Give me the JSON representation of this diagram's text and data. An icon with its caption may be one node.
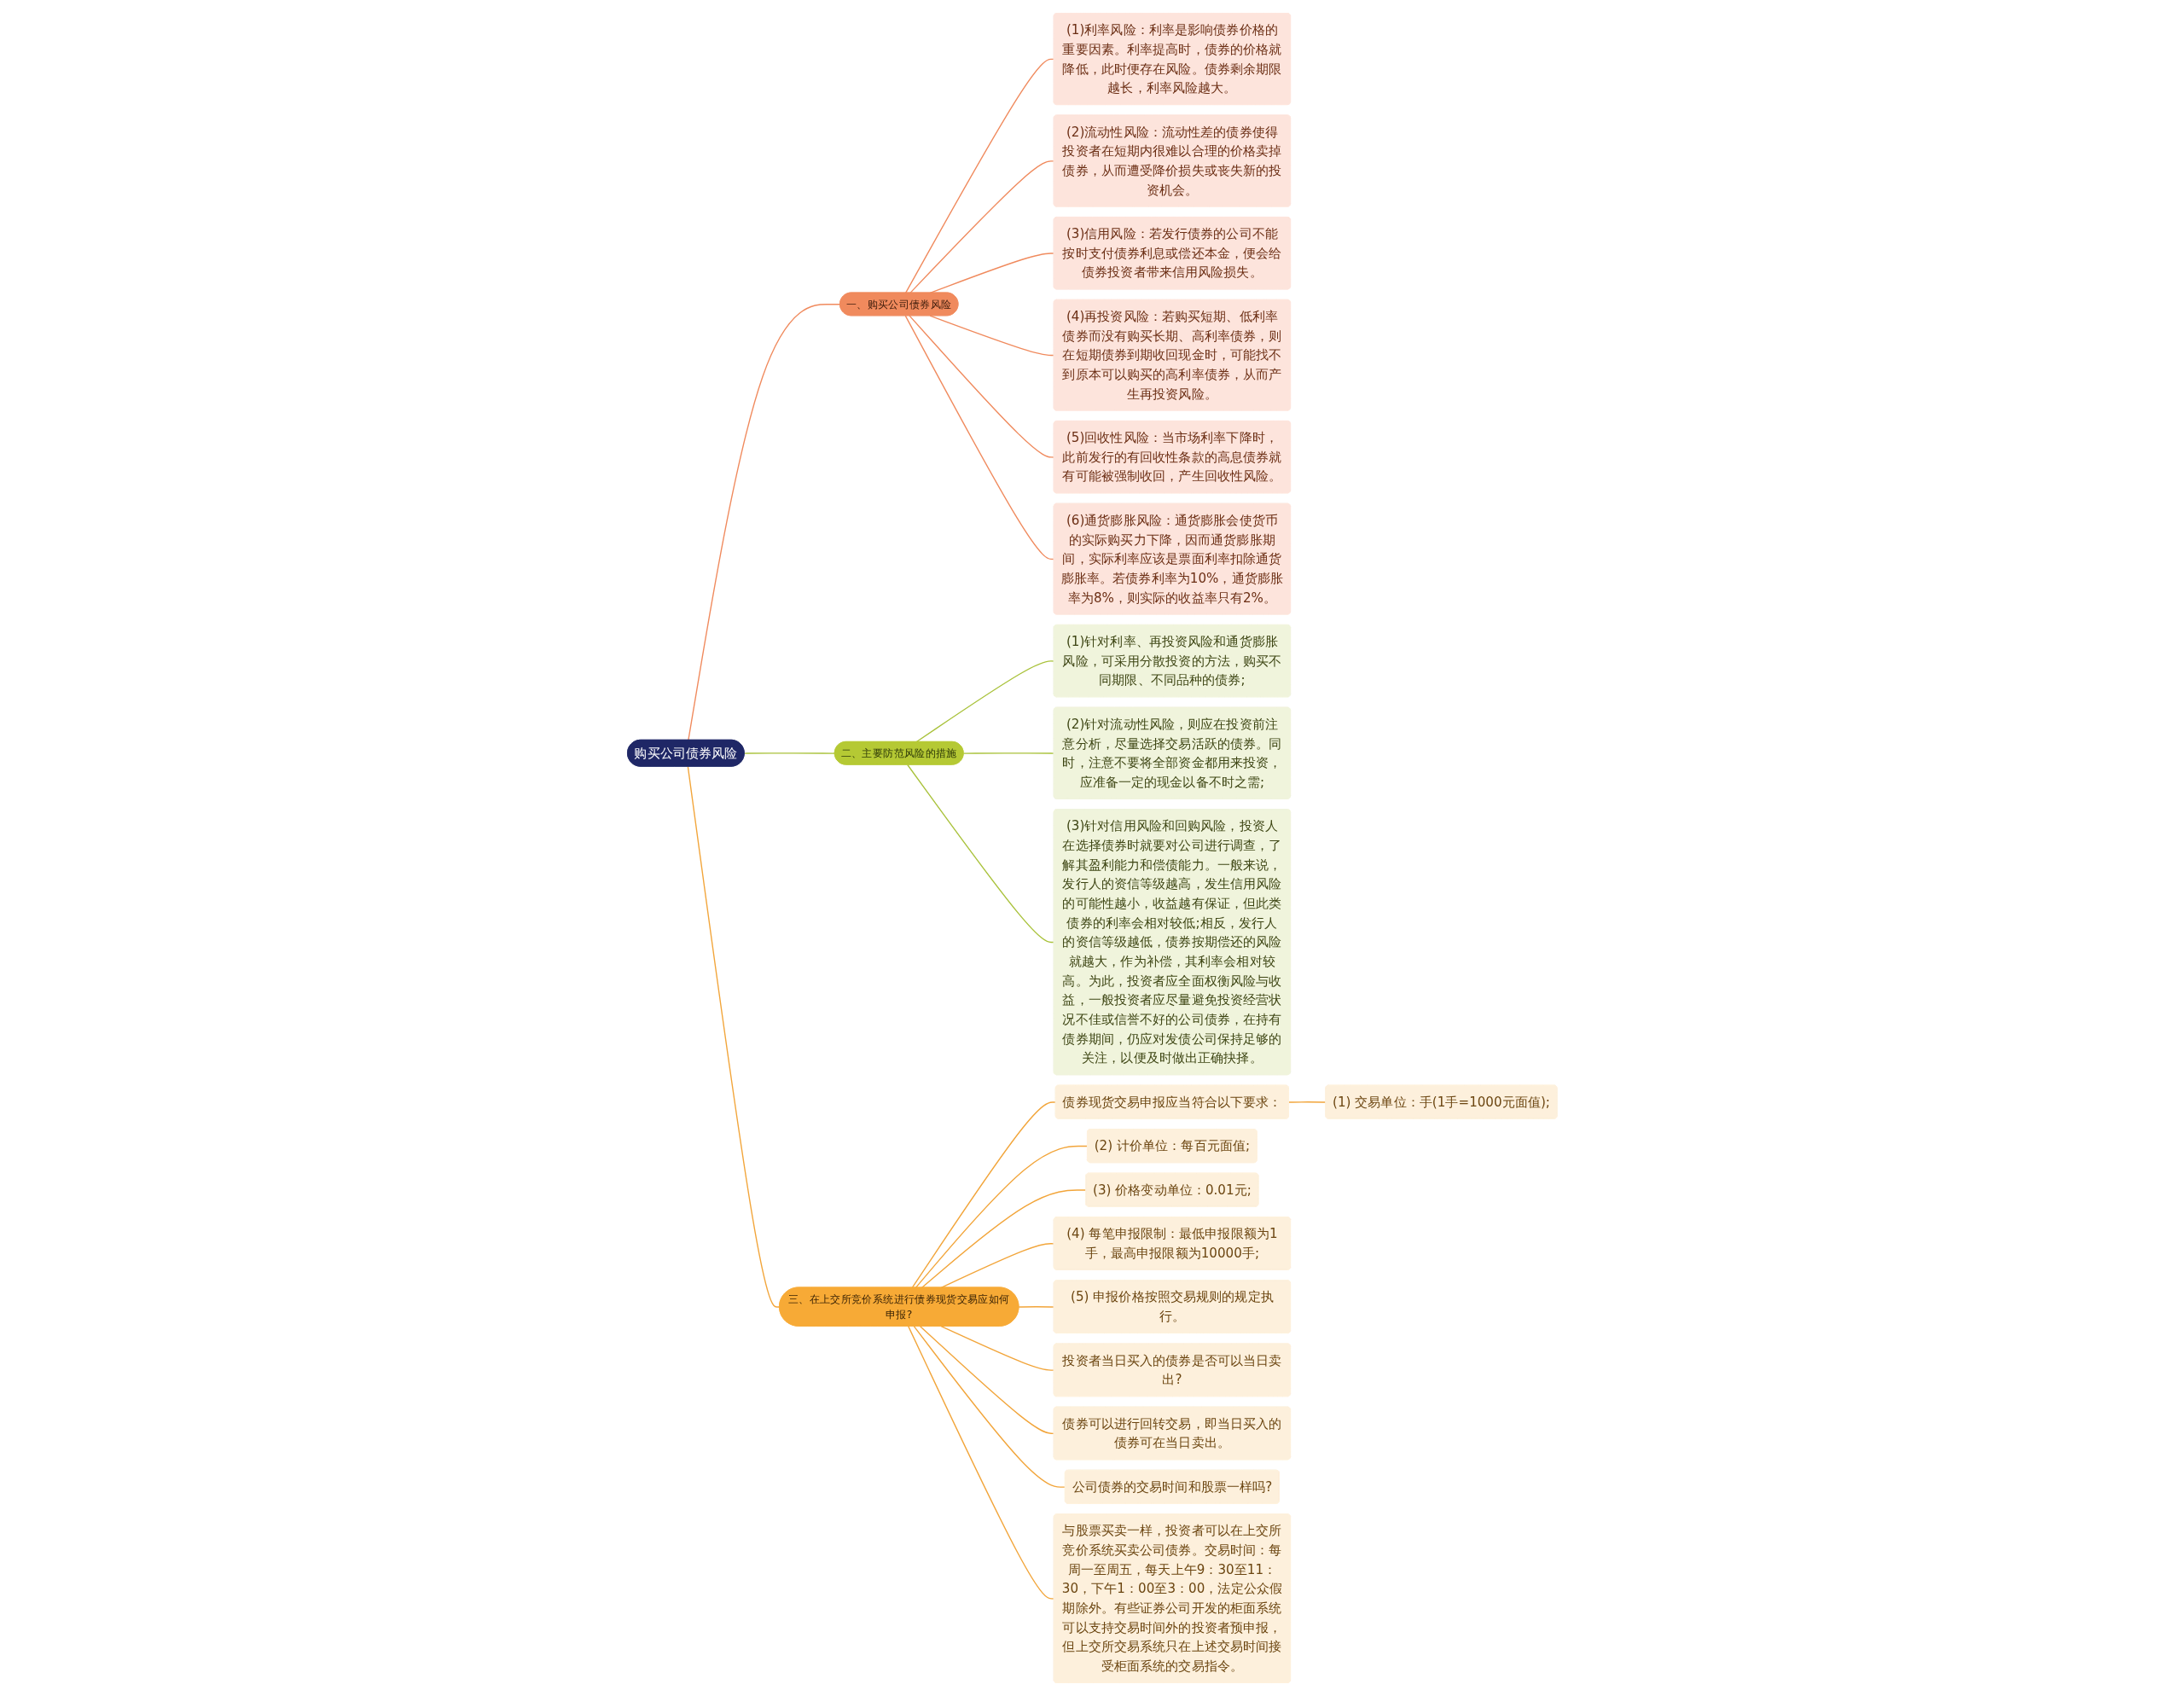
{
  "diagram": {
    "nodes": [
      {
        "text": [
          "购买公司债券风险"
        ]
      },
      {
        "text": [
          "一、购买公司债券风险"
        ]
      },
      {
        "text": [
          "(1)利率风险：利率是影响债券价格的重要因素。利率提高时，债券的价格就降低，此时便存在风险。债券剩余期限越长，利率风险越大。"
        ]
      },
      {
        "text": [
          "(2)流动性风险：流动性差的债券使得投资者在短期内很难以合理的价格卖掉债券，从而遭受降价损失或丧失新的投资机会。"
        ]
      },
      {
        "text": [
          "(3)信用风险：若发行债券的公司不能按时支付债券利息或偿还本金，便会给债券投资者带来信用风险损失。"
        ]
      },
      {
        "text": [
          "(4)再投资风险：若购买短期、低利率债券而没有购买长期、高利率债券，则在短期债券到期收回现金时，可能找不到原本可以购买的高利率债券，从而产生再投资风险。"
        ]
      },
      {
        "text": [
          "(5)回收性风险：当市场利率下降时，此前发行的有回收性条款的高息债券就有可能被强制收回，产生回收性风险。"
        ]
      },
      {
        "text": [
          "(6)通货膨胀风险：通货膨胀会使货币的实际购买力下降，因而通货膨胀期间，实际利率应该是票面利率扣除通货膨胀率。若债券利率为10%，通货膨胀率为8%，则实际的收益率只有2%。"
        ]
      },
      {
        "text": [
          "二、主要防范风险的措施"
        ]
      },
      {
        "text": [
          "(1)针对利率、再投资风险和通货膨胀风险，可采用分散投资的方法，购买不同期限、不同品种的债券;"
        ]
      },
      {
        "text": [
          "(2)针对流动性风险，则应在投资前注意分析，尽量选择交易活跃的债券。同时，注意不要将全部资金都用来投资，应准备一定的现金以备不时之需;"
        ]
      },
      {
        "text": [
          "(3)针对信用风险和回购风险，投资人在选择债券时就要对公司进行调查，了解其盈利能力和偿债能力。一般来说，发行人的资信等级越高，发生信用风险的可能性越小，收益越有保证，但此类债券的利率会相对较低;相反，发行人的资信等级越低，债券按期偿还的风险就越大，作为补偿，其利率会相对较高。为此，投资者应全面权衡风险与收益，一般投资者应尽量避免投资经营状况不佳或信誉不好的公司债券，在持有债券期间，仍应对发债公司保持足够的关注，以便及时做出正确抉择。"
        ]
      },
      {
        "text": [
          "三、在上交所竞价系统进行债券现货交易应如何申报?"
        ]
      },
      {
        "text": [
          "债券现货交易申报应当符合以下要求："
        ]
      },
      {
        "text": [
          "(1) 交易单位：手(1手=1000元面值);"
        ]
      },
      {
        "text": [
          "(2) 计价单位：每百元面值;"
        ]
      },
      {
        "text": [
          "(3) 价格变动单位：0.01元;"
        ]
      },
      {
        "text": [
          "(4) 每笔申报限制：最低申报限额为1手，最高申报限额为10000手;"
        ]
      },
      {
        "text": [
          "(5) 申报价格按照交易规则的规定执行。"
        ]
      },
      {
        "text": [
          "投资者当日买入的债券是否可以当日卖出?"
        ]
      },
      {
        "text": [
          "债券可以进行回转交易，即当日买入的债券可在当日卖出。"
        ]
      },
      {
        "text": [
          "公司债券的交易时间和股票一样吗?"
        ]
      },
      {
        "text": [
          "与股票买卖一样，投资者可以在上交所竞价系统买卖公司债券。交易时间：每周一至周五，每天上午9：30至11：30，下午1：00至3：00，法定公众假期除外。有些证券公司开发的柜面系统可以支持交易时间外的投资者预申报，但上交所交易系统只在上述交易时间接受柜面系统的交易指令。"
        ]
      }
    ],
    "edges": [
      {
        "from": 0,
        "to": 1,
        "arrow": "none",
        "color": "#f08a5d"
      },
      {
        "from": 1,
        "to": 2,
        "arrow": "none",
        "color": "#f08a5d"
      },
      {
        "from": 1,
        "to": 3,
        "arrow": "none",
        "color": "#f08a5d"
      },
      {
        "from": 1,
        "to": 4,
        "arrow": "none",
        "color": "#f08a5d"
      },
      {
        "from": 1,
        "to": 5,
        "arrow": "none",
        "color": "#f08a5d"
      },
      {
        "from": 1,
        "to": 6,
        "arrow": "none",
        "color": "#f08a5d"
      },
      {
        "from": 1,
        "to": 7,
        "arrow": "none",
        "color": "#f08a5d"
      },
      {
        "from": 0,
        "to": 8,
        "arrow": "none",
        "color": "#a9c23a"
      },
      {
        "from": 8,
        "to": 9,
        "arrow": "none",
        "color": "#a9c23a"
      },
      {
        "from": 8,
        "to": 10,
        "arrow": "none",
        "color": "#a9c23a"
      },
      {
        "from": 8,
        "to": 11,
        "arrow": "none",
        "color": "#a9c23a"
      },
      {
        "from": 0,
        "to": 12,
        "arrow": "none"
      },
      {
        "from": 12,
        "to": 13,
        "arrow": "none"
      },
      {
        "from": 13,
        "to": 14,
        "arrow": "none"
      },
      {
        "from": 12,
        "to": 15,
        "arrow": "none"
      },
      {
        "from": 12,
        "to": 16,
        "arrow": "none"
      },
      {
        "from": 12,
        "to": 17,
        "arrow": "none"
      },
      {
        "from": 12,
        "to": 18,
        "arrow": "none"
      },
      {
        "from": 12,
        "to": 19,
        "arrow": "none"
      },
      {
        "from": 12,
        "to": 20,
        "arrow": "none"
      },
      {
        "from": 12,
        "to": 21,
        "arrow": "none"
      },
      {
        "from": 12,
        "to": 22,
        "arrow": "none"
      }
    ]
  }
}
